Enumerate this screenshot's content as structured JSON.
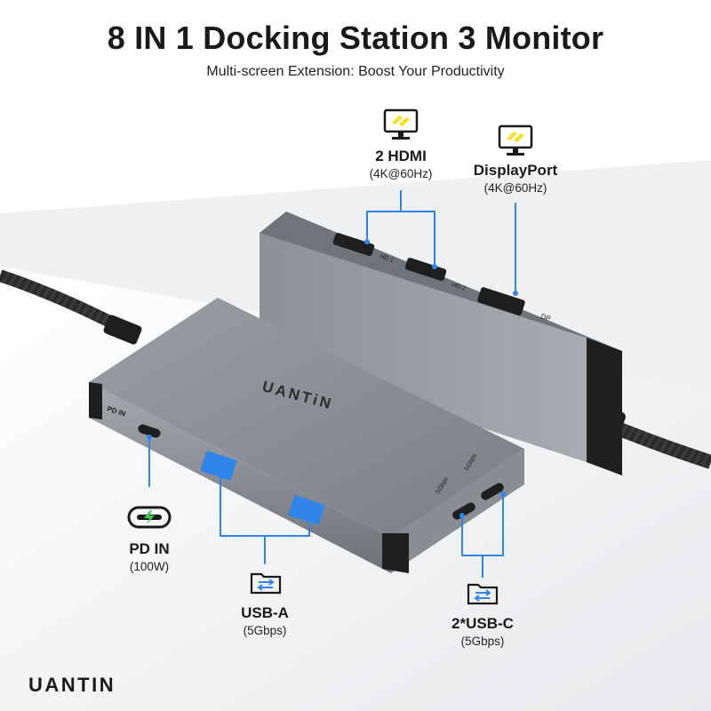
{
  "title": "8 IN 1 Docking Station 3 Monitor",
  "subtitle": "Multi-screen Extension: Boost Your Productivity",
  "brand": "UANTIN",
  "device_logo": "UANTiN",
  "callouts": {
    "hdmi": {
      "label": "2 HDMI",
      "spec": "(4K@60Hz)",
      "icon": "monitor-icon"
    },
    "displayport": {
      "label": "DisplayPort",
      "spec": "(4K@60Hz)",
      "icon": "monitor-icon"
    },
    "pd_in": {
      "label": "PD IN",
      "spec": "(100W)",
      "icon": "usb-c-charging-icon"
    },
    "usb_a": {
      "label": "USB-A",
      "spec": "(5Gbps)",
      "icon": "folder-transfer-icon"
    },
    "usb_c": {
      "label": "2*USB-C",
      "spec": "(5Gbps)",
      "icon": "folder-transfer-icon"
    }
  },
  "port_markings": {
    "hd1": "HD 1",
    "hd2": "HD 2",
    "dp": "DP",
    "pd_in": "PD IN",
    "usbc_1": "5Gbps",
    "usbc_2": "5Gbps"
  },
  "colors": {
    "accent_blue": "#2f86e8",
    "icon_yellow": "#f5e020",
    "device_gray": "#8b8f96",
    "cable_dark": "#2a2a2a"
  }
}
